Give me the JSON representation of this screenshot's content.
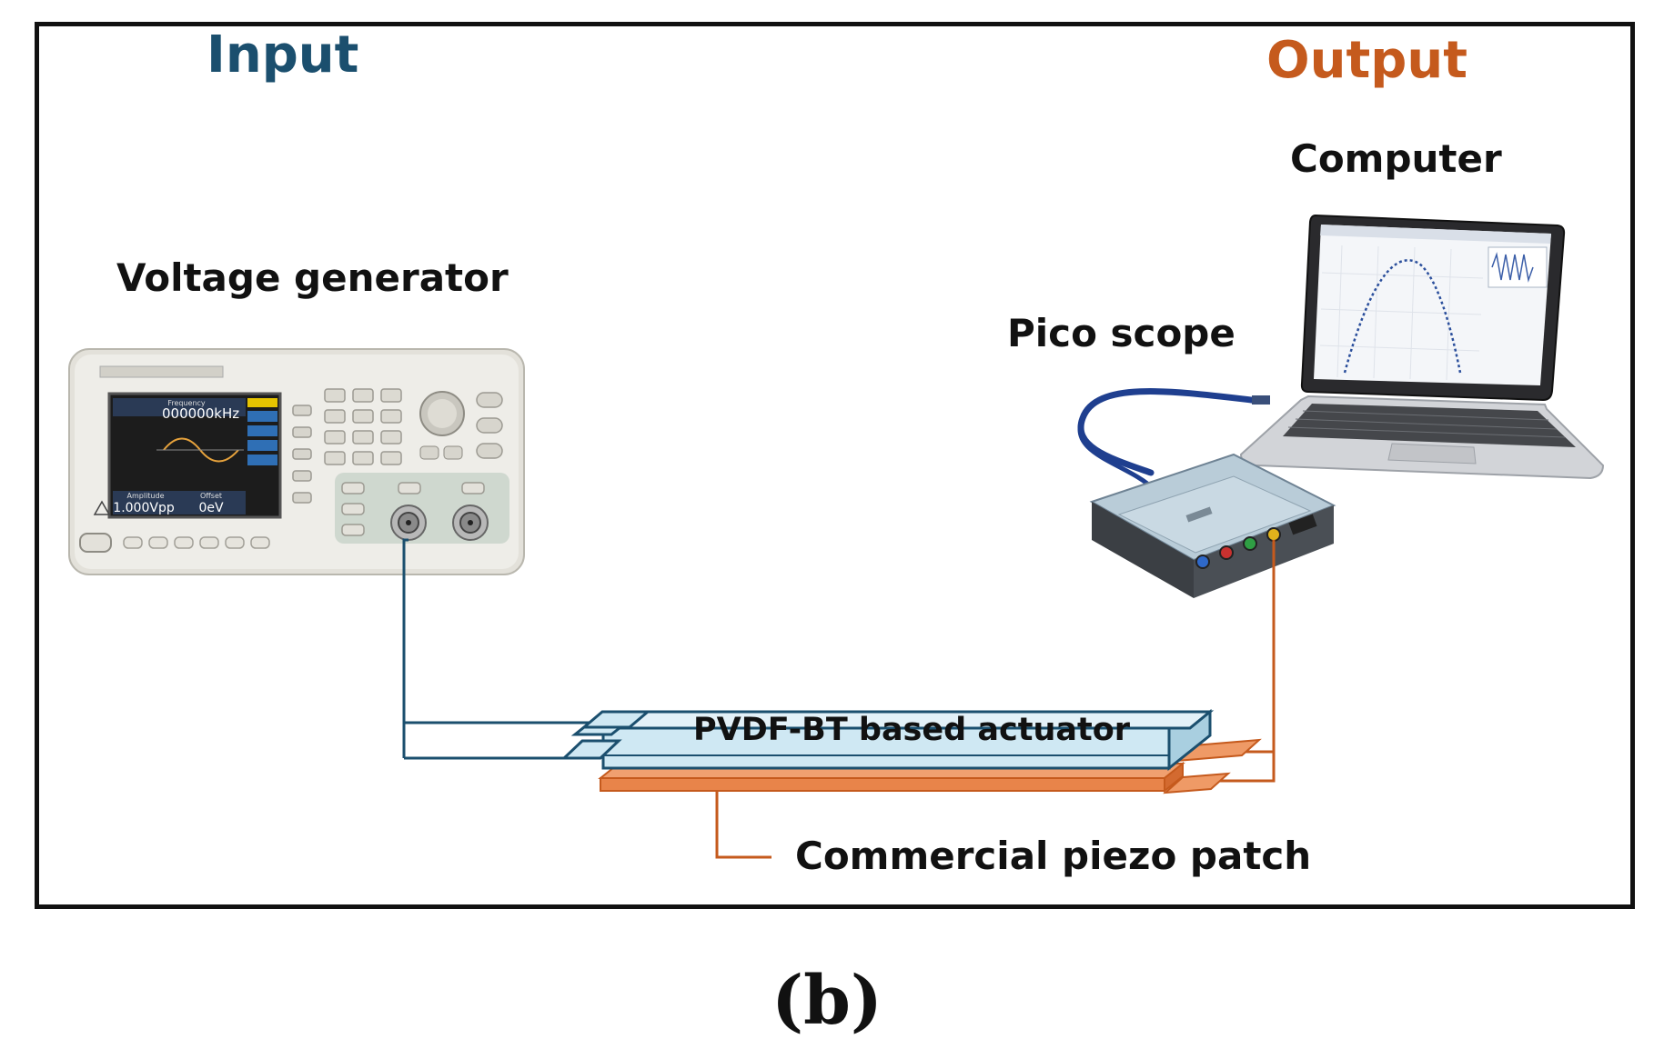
{
  "labels": {
    "input": "Input",
    "output": "Output",
    "computer": "Computer",
    "voltage_generator": "Voltage generator",
    "pico_scope": "Pico scope",
    "actuator": "PVDF-BT based actuator",
    "piezo_patch": "Commercial piezo patch"
  },
  "caption": "(b)",
  "generator_screen": {
    "frequency_label": "Frequency",
    "frequency_value": "000000kHz",
    "amplitude_label": "Amplitude",
    "amplitude_value": "1.000Vpp",
    "offset_label": "Offset",
    "offset_value": "0eV"
  },
  "colors": {
    "input": "#1b4f6e",
    "output": "#c55a1d",
    "actuator_fill": "#cfe8f3",
    "patch_fill": "#e8844a"
  }
}
